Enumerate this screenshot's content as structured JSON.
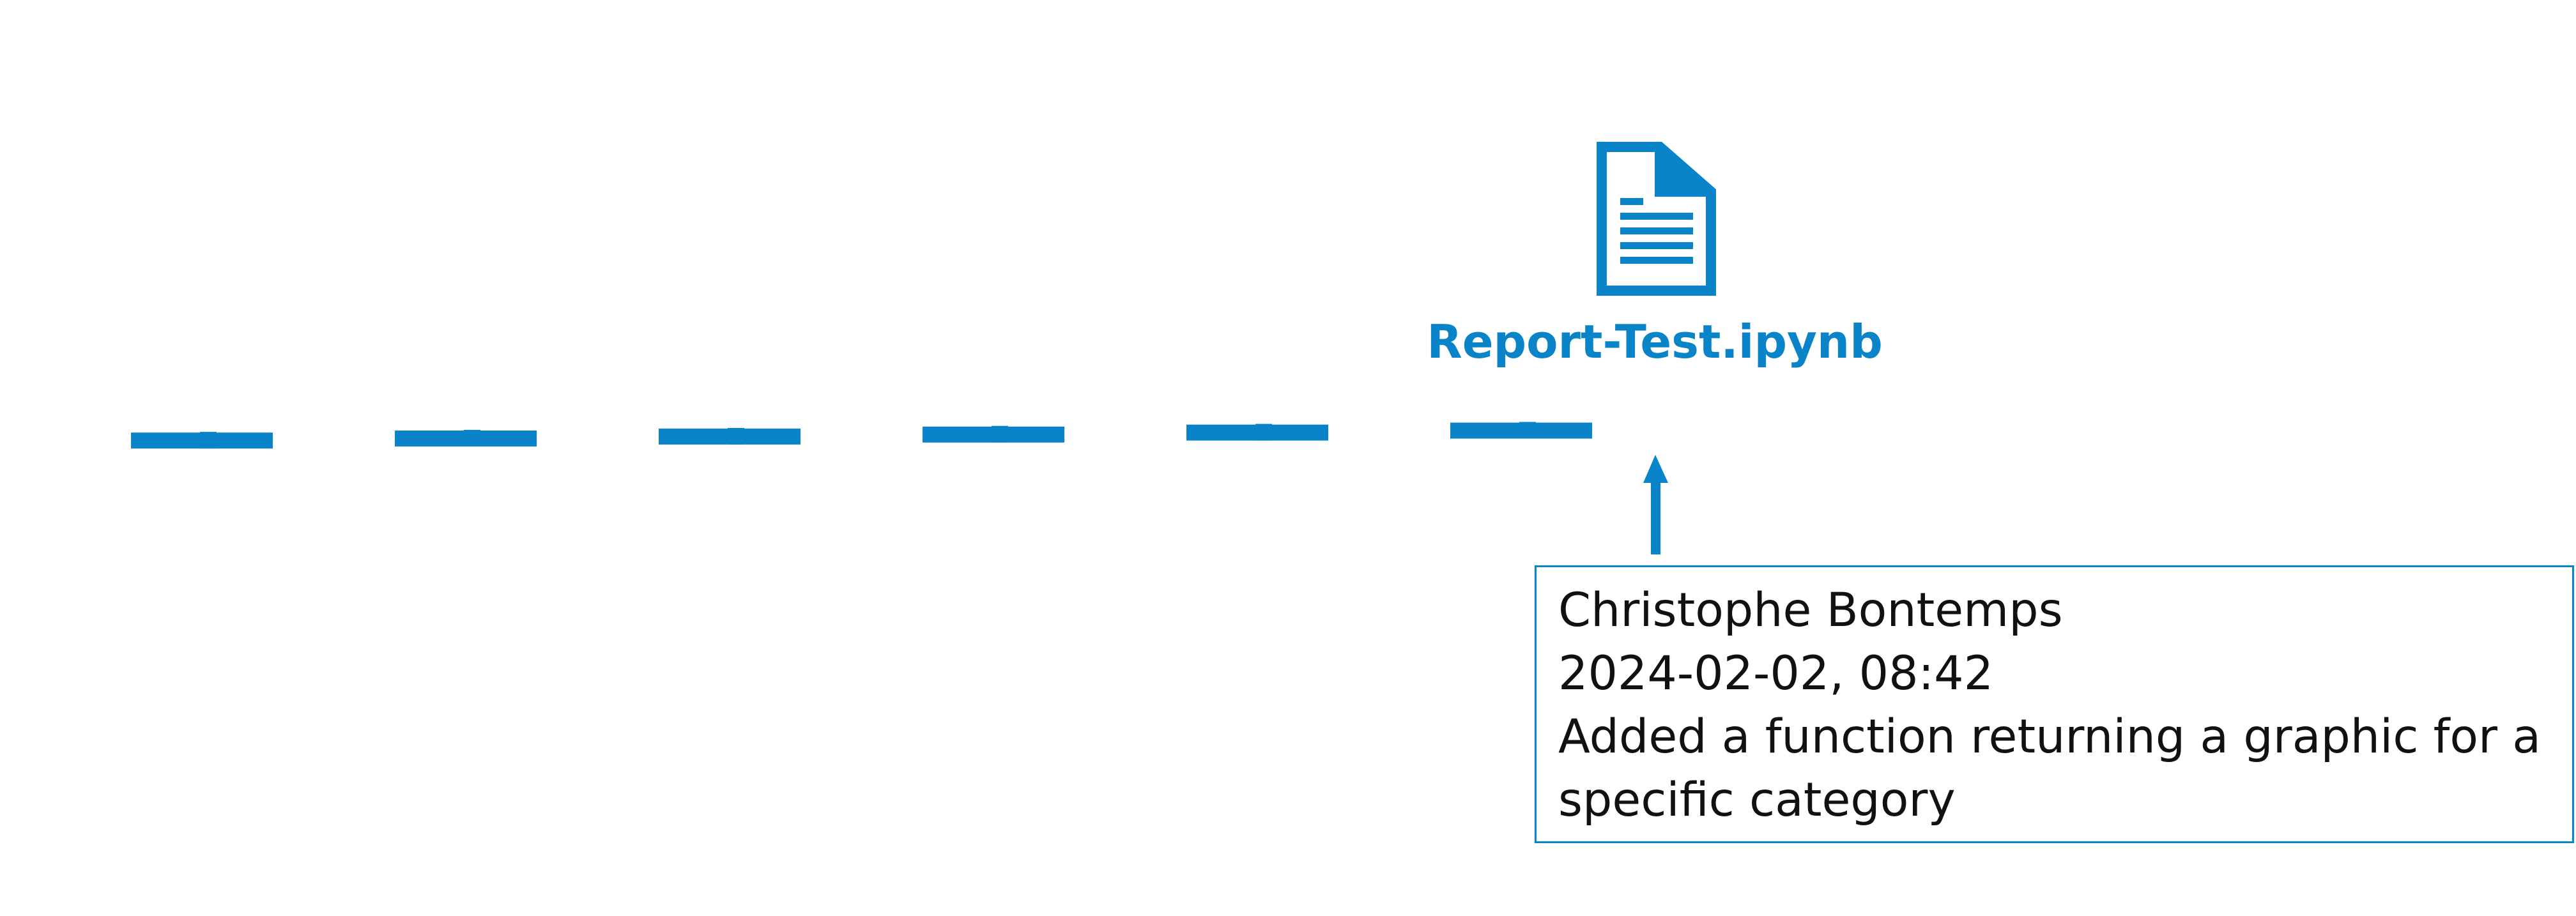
{
  "colors": {
    "accent": "#0a84c8",
    "text": "#111111",
    "background": "#ffffff"
  },
  "file": {
    "name": "Report-Test.ipynb",
    "icon": "document-icon"
  },
  "commit": {
    "author": "Christophe Bontemps",
    "timestamp": "2024-02-02, 08:42",
    "message_line1": "Added a function returning a graphic for a",
    "message_line2": "specific category"
  }
}
